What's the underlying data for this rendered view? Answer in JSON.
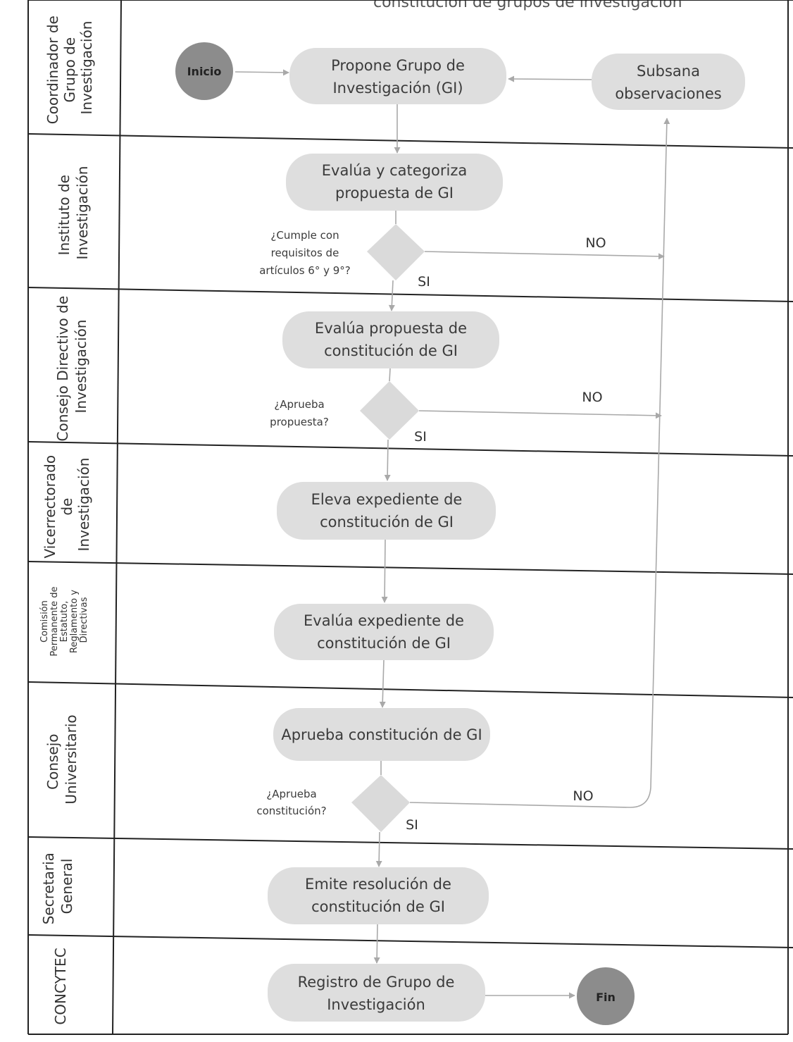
{
  "title_fragment": "constitución de grupos de investigación",
  "lanes": [
    {
      "label_lines": [
        "Coordinador de",
        "Grupo de",
        "Investigación"
      ]
    },
    {
      "label_lines": [
        "Instituto de",
        "Investigación"
      ]
    },
    {
      "label_lines": [
        "Consejo Directivo de",
        "Investigación"
      ]
    },
    {
      "label_lines": [
        "Vicerrectorado",
        "de",
        "Investigación"
      ]
    },
    {
      "label_lines": [
        "Comisión",
        "Permanente de",
        "Estatuto,",
        "Reglamento y",
        "Directivas"
      ]
    },
    {
      "label_lines": [
        "Consejo",
        "Universitario"
      ]
    },
    {
      "label_lines": [
        "Secretaria",
        "General"
      ]
    },
    {
      "label_lines": [
        "CONCYTEC"
      ]
    }
  ],
  "nodes": {
    "start": "Inicio",
    "end": "Fin",
    "propone": [
      "Propone Grupo  de",
      "Investigación (GI)"
    ],
    "subsana": [
      "Subsana",
      "observaciones"
    ],
    "evalua_categoriza": [
      "Evalúa y categoriza",
      "propuesta de GI"
    ],
    "evalua_propuesta": [
      "Evalúa propuesta de",
      "constitución de GI"
    ],
    "eleva": [
      "Eleva expediente de",
      "constitución de GI"
    ],
    "evalua_expediente": [
      "Evalúa expediente de",
      "constitución de GI"
    ],
    "aprueba_constitucion": [
      "Aprueba constitución de GI"
    ],
    "emite": [
      "Emite resolución de",
      "constitución de GI"
    ],
    "registro": [
      "Registro de Grupo de",
      "Investigación"
    ]
  },
  "decisions": {
    "cumple": [
      "¿Cumple con",
      "requisitos de",
      "artículos 6° y 9°?"
    ],
    "aprueba_propuesta": [
      "¿Aprueba",
      "propuesta?"
    ],
    "aprueba_constitucion": [
      "¿Aprueba",
      "constitución?"
    ]
  },
  "branch_labels": {
    "yes": "SI",
    "no": "NO"
  },
  "colors": {
    "start": "#8c8c8c",
    "end": "#8c8c8c",
    "process": "#dedede",
    "decision": "#dadada",
    "arrow": "#a9a9a9",
    "grid": "#222222"
  }
}
